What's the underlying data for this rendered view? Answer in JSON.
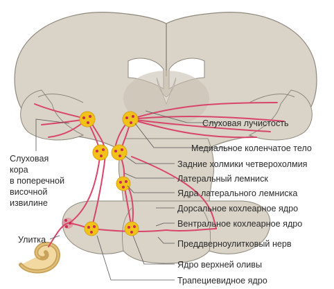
{
  "labels": {
    "auditory_radiation": "Слуховая лучистость",
    "medial_geniculate": "Медиальное коленчатое тело",
    "inferior_colliculi": "Задние холмики четверохолмия",
    "lateral_lemniscus": "Латеральный лемниск",
    "lateral_lemniscus_nuclei": "Ядра латерального лемниска",
    "dorsal_cochlear": "Дорсальное кохлеарное ядро",
    "ventral_cochlear": "Вентральное кохлеарное ядро",
    "vestibulocochlear_nerve": "Преддверноулитковый нерв",
    "superior_olive": "Ядро верхней оливы",
    "trapezoid_body": "Трапециевидное ядро",
    "auditory_cortex_line1": "Слуховая",
    "auditory_cortex_line2": "кора",
    "auditory_cortex_line3": "в поперечной",
    "auditory_cortex_line4": "височной",
    "auditory_cortex_line5": "извилине",
    "cochlea": "Улитка"
  },
  "colors": {
    "tissue": "#d9d3c8",
    "tissue_dark": "#c9c1b3",
    "outline": "#8e877b",
    "pathway": "#d9456a",
    "nucleus": "#f2c21b",
    "nucleus_dot": "#cc2a4f",
    "cochlea": "#f1d9a1",
    "leader": "#555555"
  }
}
